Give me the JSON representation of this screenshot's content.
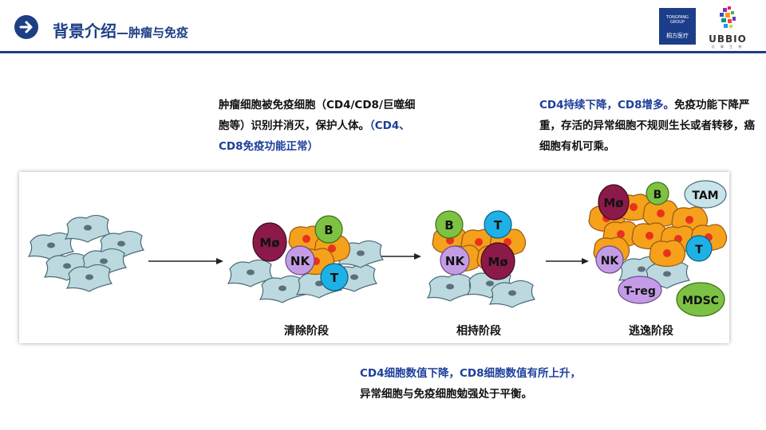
{
  "header": {
    "title_main": "背景介绍",
    "title_sub": "—肿瘤与免疫",
    "logo_left": {
      "line1": "TONGFANG GROUP",
      "line2": "桐方医疗"
    },
    "logo_right": {
      "name": "UBBIO",
      "sub": "达 摩 生 物"
    }
  },
  "texts": {
    "left_part1": "肿瘤细胞被免疫细胞（CD4/CD8/巨噬细胞等）识别并消灭，保护人体。",
    "left_part2": "（CD4、CD8免疫功能正常）",
    "right_part1": "CD4持续下降，CD8增多。",
    "right_part2": "免疫功能下降严重，存活的异常细胞不规则生长或者转移，癌细胞有机可乘。",
    "bottom_part1": "CD4细胞数值下降，CD8细胞数值有所上升，",
    "bottom_part2": "异常细胞与免疫细胞勉强处于平衡。"
  },
  "diagram": {
    "stages": [
      "清除阶段",
      "相持阶段",
      "逃逸阶段"
    ],
    "cells": {
      "macrophage": "Mø",
      "nk": "NK",
      "b": "B",
      "t": "T",
      "tam": "TAM",
      "treg": "T-reg",
      "mdsc": "MDSC"
    }
  },
  "colors": {
    "brand": "#1d3f86",
    "text_blue": "#1d3f9a",
    "normal_cell": "#bcd9e0",
    "tumor_cell": "#f5a11c",
    "tumor_nucleus": "#e8321e",
    "macrophage": "#8b1a4a",
    "nk": "#c49ce6",
    "b_cell": "#7dc242",
    "t_cell": "#1eb1e6",
    "tam": "#c9e3ea",
    "mdsc": "#7cc143"
  }
}
